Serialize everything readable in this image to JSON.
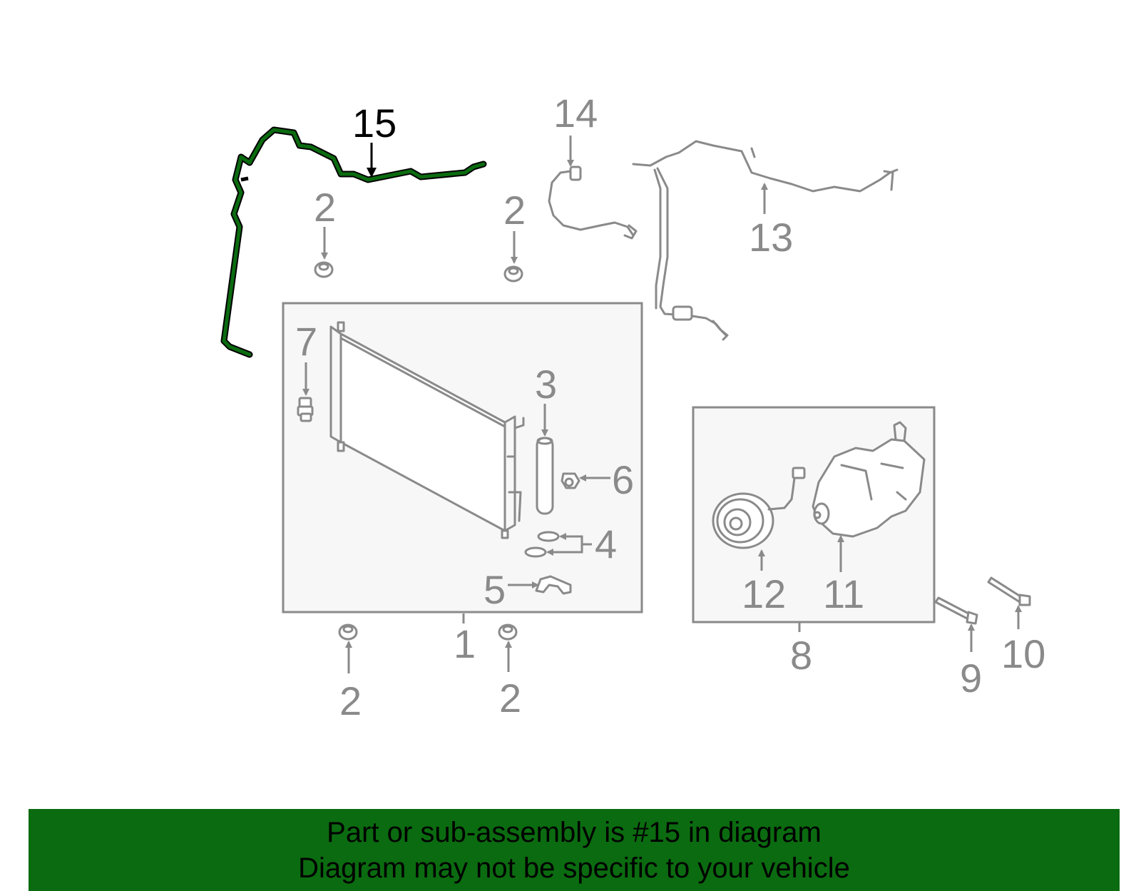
{
  "diagram": {
    "highlight_color": "#0b6b10",
    "callouts": {
      "c1": "1",
      "c2a": "2",
      "c2b": "2",
      "c2c": "2",
      "c2d": "2",
      "c3": "3",
      "c4": "4",
      "c5": "5",
      "c6": "6",
      "c7": "7",
      "c8": "8",
      "c9": "9",
      "c10": "10",
      "c11": "11",
      "c12": "12",
      "c13": "13",
      "c14": "14",
      "c15": "15"
    }
  },
  "banner": {
    "background": "#0b6b10",
    "line1": "Part or sub-assembly is #15 in diagram",
    "line2": "Diagram may not be specific to your vehicle"
  }
}
